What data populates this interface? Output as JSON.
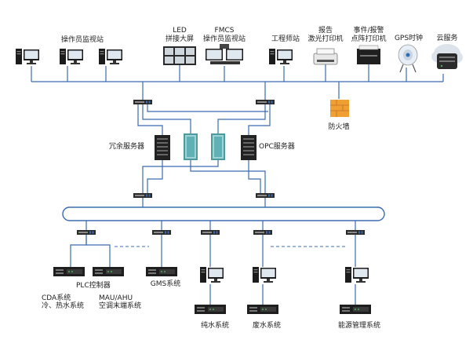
{
  "labels": {
    "operator_station": "操作员监视站",
    "led_line1": "LED",
    "led_line2": "拼接大屏",
    "fmcs_line1": "FMCS",
    "fmcs_line2": "操作员监视站",
    "engineer_station": "工程师站",
    "report_line1": "报告",
    "report_line2": "激光打印机",
    "event_line1": "事件/报警",
    "event_line2": "点阵打印机",
    "gps": "GPS时钟",
    "cloud": "云服务",
    "firewall": "防火墙",
    "redundant_server": "冗余服务器",
    "opc_server": "OPC服务器",
    "plc": "PLC控制器",
    "gms": "GMS系统",
    "cda_line1": "CDA系统",
    "cda_line2": "冷、热水系统",
    "mau_line1": "MAU/AHU",
    "mau_line2": "空调末端系统",
    "pure_water": "纯水系统",
    "waste_water": "废水系统",
    "energy": "能源管理系统"
  },
  "colors": {
    "line": "#3b6bb0",
    "ring": "#3b6bb0",
    "dashed": "#3b6bb0",
    "firewall": "#f0a030",
    "gps": "#2f6db5"
  }
}
